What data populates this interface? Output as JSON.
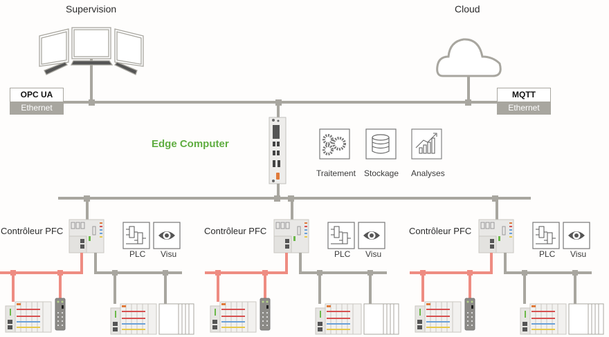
{
  "diagram": {
    "title_left": "Supervision",
    "title_right": "Cloud",
    "edge_label": "Edge Computer",
    "protocols": {
      "left": {
        "top": "OPC UA",
        "bottom": "Ethernet"
      },
      "right": {
        "top": "MQTT",
        "bottom": "Ethernet"
      }
    },
    "services": [
      {
        "icon": "gears-icon",
        "label": "Traitement"
      },
      {
        "icon": "database-icon",
        "label": "Stockage"
      },
      {
        "icon": "analytics-chart-icon",
        "label": "Analyses"
      }
    ],
    "controllers": [
      {
        "label": "Contrôleur PFC",
        "apps": [
          {
            "icon": "plc-icon",
            "label": "PLC"
          },
          {
            "icon": "eye-icon",
            "label": "Visu"
          }
        ]
      },
      {
        "label": "Contrôleur PFC",
        "apps": [
          {
            "icon": "plc-icon",
            "label": "PLC"
          },
          {
            "icon": "eye-icon",
            "label": "Visu"
          }
        ]
      },
      {
        "label": "Contrôleur PFC",
        "apps": [
          {
            "icon": "plc-icon",
            "label": "PLC"
          },
          {
            "icon": "eye-icon",
            "label": "Visu"
          }
        ]
      }
    ],
    "colors": {
      "line_gray": "#a8a69f",
      "fieldbus_red": "#ee8c82",
      "accent_green": "#5fad41",
      "orange": "#e07a3a"
    }
  }
}
